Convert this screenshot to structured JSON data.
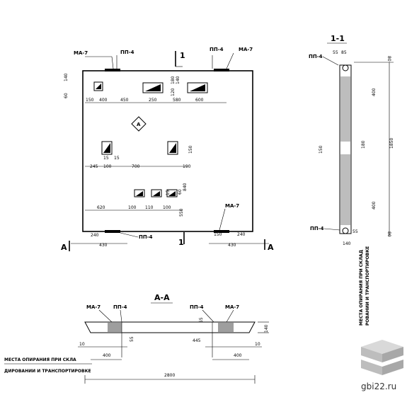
{
  "labels": {
    "ma7": "МА-7",
    "pp4": "ПП-4",
    "section_11": "1-1",
    "section_aa": "А-А",
    "mark_1": "1",
    "mark_a": "А",
    "note_line1": "МЕСТА ОПИРАНИЯ ПРИ СКЛА",
    "note_line2": "ДИРОВАНИИ И ТРАНСПОРТИРОВКЕ",
    "note_side1": "МЕСТА ОПИРАНИЯ ПРИ СКЛАД",
    "note_side2": "РОВАНИИ И ТРАНСПОРТИРОВКЕ"
  },
  "dims": {
    "d60": "60",
    "d140": "140",
    "d150": "150",
    "d400": "400",
    "d450": "450",
    "d250": "250",
    "d580": "580",
    "d600": "600",
    "d180": "180",
    "d120": "120",
    "d15": "15",
    "d245": "245",
    "d700": "700",
    "d190": "190",
    "d840": "840",
    "d620": "620",
    "d100": "100",
    "d110": "110",
    "d550": "550",
    "d240": "240",
    "d430": "430",
    "d55": "55",
    "d85": "85",
    "d80": "80",
    "d1850": "1850",
    "d10": "10",
    "d445": "445",
    "d2800": "2800"
  },
  "watermark": "gbi22.ru"
}
